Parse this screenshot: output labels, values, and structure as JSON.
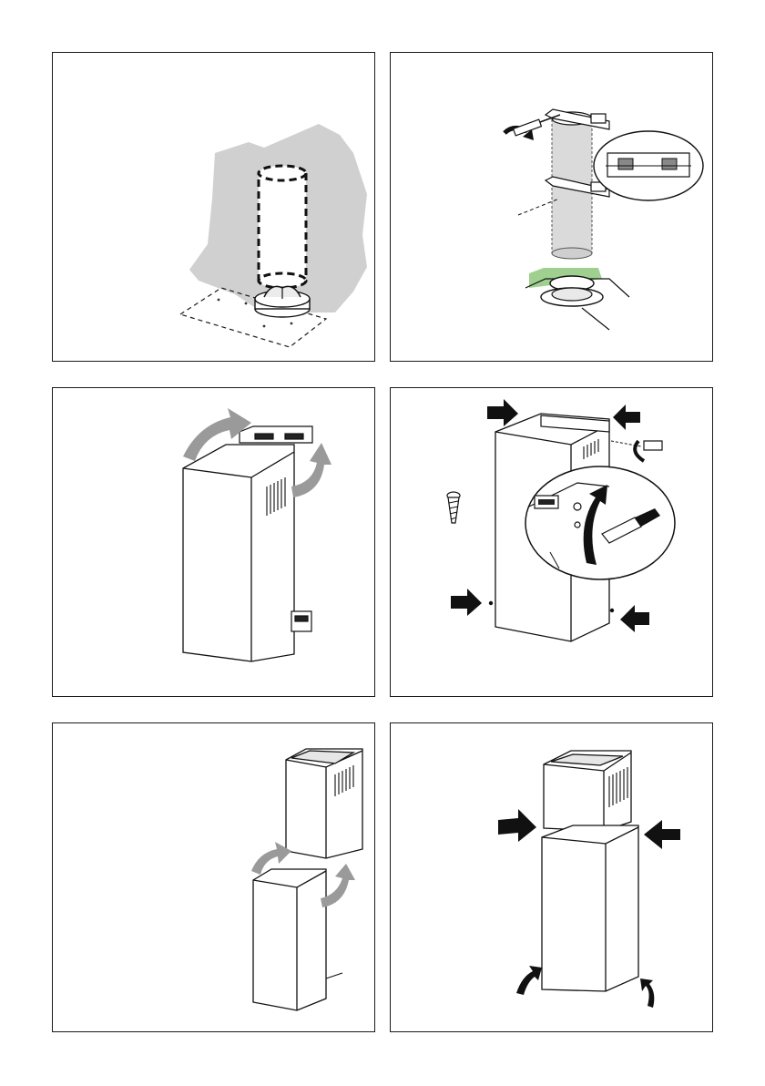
{
  "panels": [
    {
      "id": "p1",
      "step": "wall-area-duct-position"
    },
    {
      "id": "p2",
      "step": "fix-brackets-and-duct"
    },
    {
      "id": "p3",
      "step": "upper-chimney-bracket-fitting"
    },
    {
      "id": "p4",
      "step": "screw-fixing-upper-chimney"
    },
    {
      "id": "p5",
      "step": "separate-chimney-sections"
    },
    {
      "id": "p6",
      "step": "slide-lower-chimney-into-place"
    }
  ],
  "colors": {
    "outline": "#1a1a1a",
    "wall_area": "#d0d0d0",
    "arrow_grey": "#9a9a9a",
    "arrow_black": "#111111",
    "accent_green": "#9fd08f",
    "duct_fill": "#dadada"
  },
  "icons": [
    "curved-arrow-icon",
    "push-arrow-icon",
    "screwdriver-icon",
    "screw-icon",
    "magnifier-detail-icon"
  ]
}
